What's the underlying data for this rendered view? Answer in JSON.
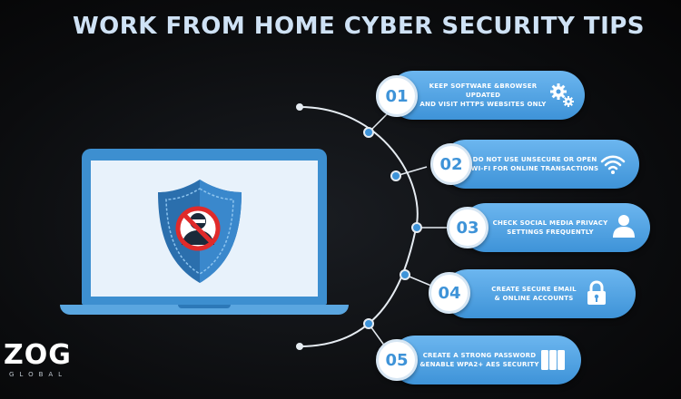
{
  "title": "WORK FROM HOME CYBER SECURITY TIPS",
  "logo": {
    "mark": "ZOG",
    "sub": "GLOBAL"
  },
  "tips": [
    {
      "number": "01",
      "line1": "KEEP SOFTWARE &BROWSER UPDATED",
      "line2": "AND VISIT HTTPS WEBSITES ONLY",
      "icon": "gears-icon"
    },
    {
      "number": "02",
      "line1": "DO NOT USE UNSECURE OR OPEN",
      "line2": "WI-FI FOR ONLINE TRANSACTIONS",
      "icon": "wifi-icon"
    },
    {
      "number": "03",
      "line1": "CHECK SOCIAL MEDIA PRIVACY",
      "line2": "SETTINGS FREQUENTLY",
      "icon": "user-icon"
    },
    {
      "number": "04",
      "line1": "CREATE SECURE EMAIL",
      "line2": "& ONLINE ACCOUNTS",
      "icon": "lock-icon"
    },
    {
      "number": "05",
      "line1": "CREATE A STRONG PASSWORD",
      "line2": "&ENABLE WPA2+ AES SECURITY",
      "icon": "password-icon"
    }
  ],
  "colors": {
    "accent": "#3e93d8",
    "accent_light": "#6cb6ef",
    "title": "#cfe2f5",
    "background": "#0b0c0e"
  }
}
